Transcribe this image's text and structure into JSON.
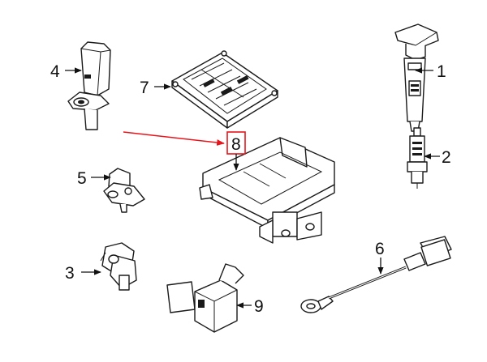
{
  "colors": {
    "ink": "#1a1a1a",
    "highlight": "#e8141b",
    "background": "#ffffff"
  },
  "callouts": {
    "c1": "1",
    "c2": "2",
    "c3": "3",
    "c4": "4",
    "c5": "5",
    "c6": "6",
    "c7": "7",
    "c8": "8",
    "c9": "9"
  },
  "highlighted_callout": "8"
}
